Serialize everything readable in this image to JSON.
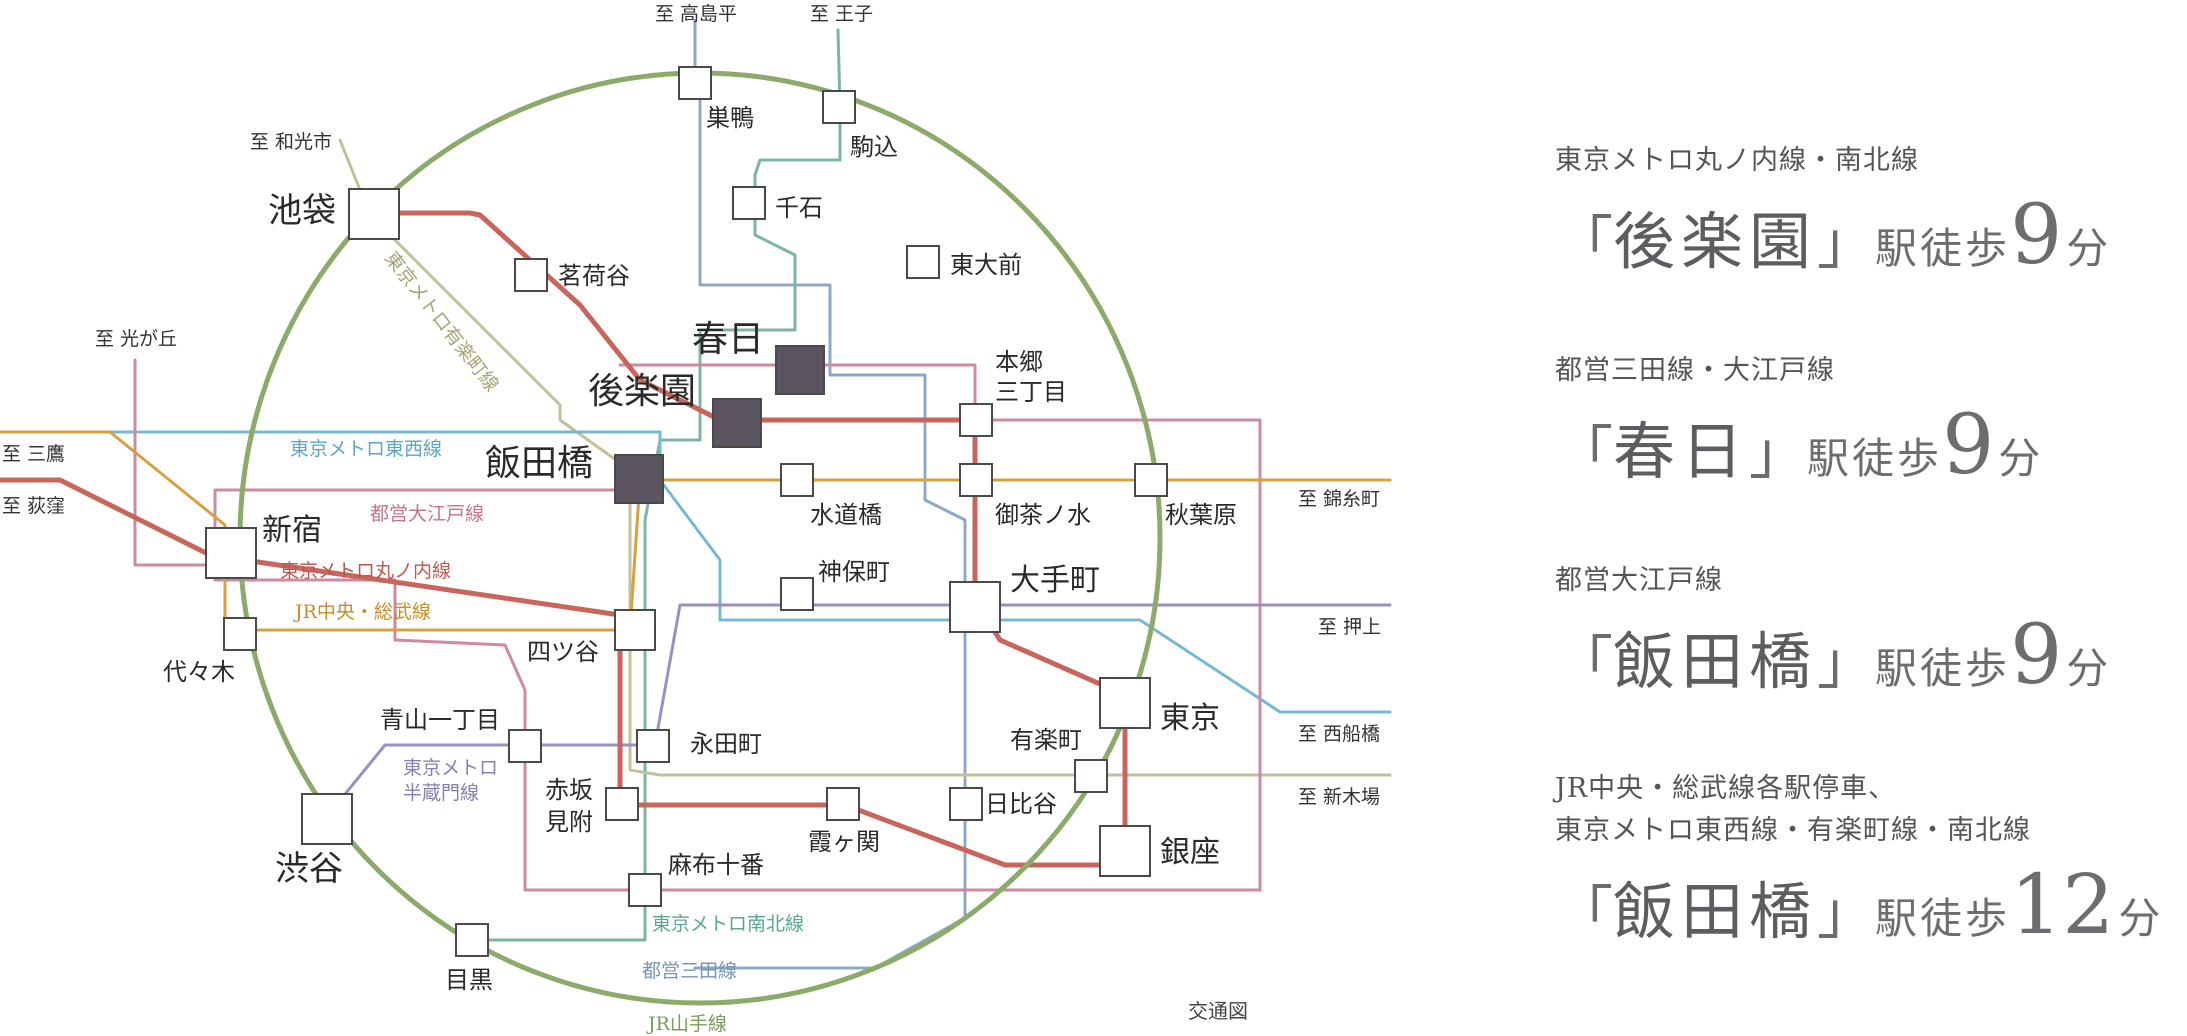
{
  "map": {
    "caption": "交通図",
    "lines": [
      {
        "name": "JR山手線",
        "color": "#8cab6b"
      },
      {
        "name": "東京メトロ有楽町線",
        "color": "#c3c09a"
      },
      {
        "name": "東京メトロ東西線",
        "color": "#78b8d0"
      },
      {
        "name": "都営大江戸線",
        "color": "#cf8aa3"
      },
      {
        "name": "東京メトロ丸ノ内線",
        "color": "#c8655c"
      },
      {
        "name": "JR中央・総武線",
        "color": "#d8a040"
      },
      {
        "name": "東京メトロ半蔵門線",
        "color": "#9b8ec0"
      },
      {
        "name": "東京メトロ南北線",
        "color": "#7cb5a6"
      },
      {
        "name": "都営三田線",
        "color": "#8ca8c8"
      }
    ],
    "line_labels": {
      "tozai": "東京メトロ東西線",
      "oedo": "都営大江戸線",
      "marunouchi": "東京メトロ丸ノ内線",
      "chuo": "JR中央・総武線",
      "yurakucho": "東京メトロ有楽町線",
      "hanzomon_1": "東京メトロ",
      "hanzomon_2": "半蔵門線",
      "namboku": "東京メトロ南北線",
      "mita": "都営三田線",
      "yamanote": "JR山手線"
    },
    "destinations": {
      "takashimadaira": "至 高島平",
      "oji": "至 王子",
      "wakoshi": "至 和光市",
      "hikarigaoka": "至 光が丘",
      "mitaka": "至 三鷹",
      "ogikubo": "至 荻窪",
      "kinshicho": "至 錦糸町",
      "oshiage": "至 押上",
      "nishifunabashi": "至 西船橋",
      "shinkiba": "至 新木場"
    },
    "stations": {
      "sugamo": "巣鴨",
      "komagome": "駒込",
      "ikebukuro": "池袋",
      "sengoku": "千石",
      "myogadani": "茗荷谷",
      "todaimae": "東大前",
      "kasuga": "春日",
      "korakuen": "後楽園",
      "hongo_1": "本郷",
      "hongo_2": "三丁目",
      "iidabashi": "飯田橋",
      "suidobashi": "水道橋",
      "ochanomizu": "御茶ノ水",
      "akihabara": "秋葉原",
      "shinjuku": "新宿",
      "jimbocho": "神保町",
      "otemachi": "大手町",
      "yotsuya": "四ツ谷",
      "yoyogi": "代々木",
      "tokyo": "東京",
      "aoyama": "青山一丁目",
      "nagatacho": "永田町",
      "yurakucho": "有楽町",
      "akasaka_1": "赤坂",
      "akasaka_2": "見附",
      "hibiya": "日比谷",
      "shibuya": "渋谷",
      "kasumigaseki": "霞ヶ関",
      "ginza": "銀座",
      "azabu": "麻布十番",
      "meguro": "目黒"
    }
  },
  "access": [
    {
      "subtitle": "東京メトロ丸ノ内線・南北線",
      "open": "「",
      "station": "後楽園",
      "close": "」",
      "walk": "駅徒歩",
      "minutes": "9",
      "unit": "分"
    },
    {
      "subtitle": "都営三田線・大江戸線",
      "open": "「",
      "station": "春日",
      "close": "」",
      "walk": "駅徒歩",
      "minutes": "9",
      "unit": "分"
    },
    {
      "subtitle": "都営大江戸線",
      "open": "「",
      "station": "飯田橋",
      "close": "」",
      "walk": "駅徒歩",
      "minutes": "9",
      "unit": "分"
    },
    {
      "subtitle": "JR中央・総武線各駅停車、",
      "subtitle2": "東京メトロ東西線・有楽町線・南北線",
      "open": "「",
      "station": "飯田橋",
      "close": "」",
      "walk": "駅徒歩",
      "minutes": "12",
      "unit": "分"
    }
  ]
}
